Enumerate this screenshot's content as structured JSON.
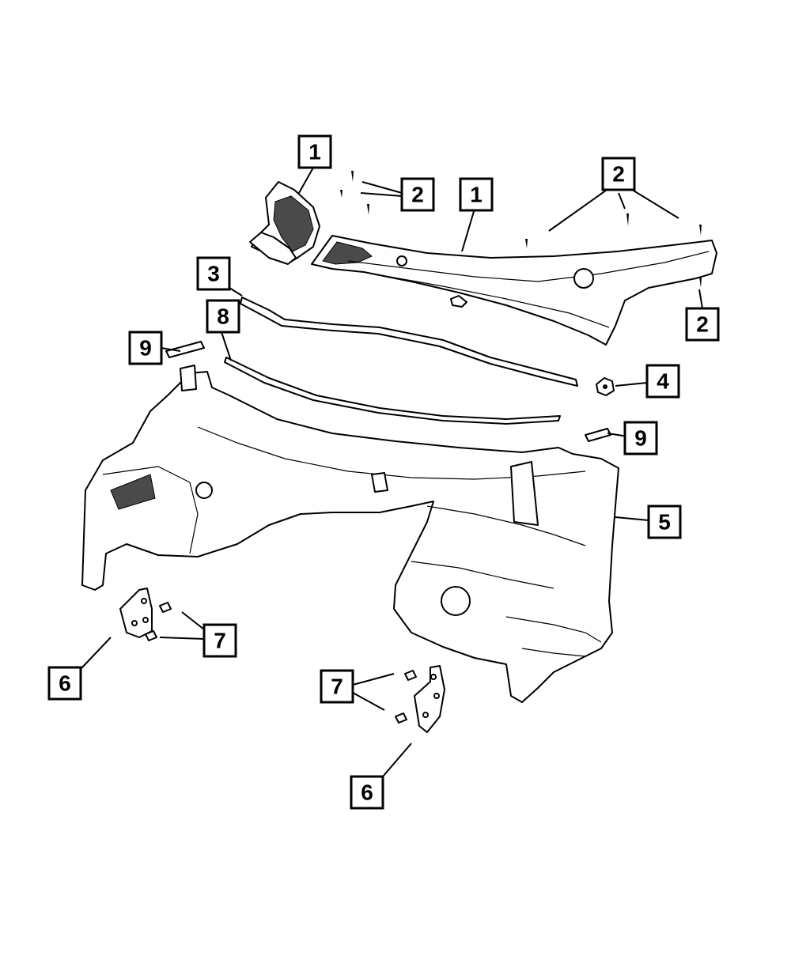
{
  "diagram": {
    "callouts": [
      {
        "id": "c1a",
        "label": "1"
      },
      {
        "id": "c2a",
        "label": "2"
      },
      {
        "id": "c1b",
        "label": "1"
      },
      {
        "id": "c2b",
        "label": "2"
      },
      {
        "id": "c2c",
        "label": "2"
      },
      {
        "id": "c3",
        "label": "3"
      },
      {
        "id": "c8",
        "label": "8"
      },
      {
        "id": "c9a",
        "label": "9"
      },
      {
        "id": "c4",
        "label": "4"
      },
      {
        "id": "c9b",
        "label": "9"
      },
      {
        "id": "c5",
        "label": "5"
      },
      {
        "id": "c7a",
        "label": "7"
      },
      {
        "id": "c6a",
        "label": "6"
      },
      {
        "id": "c7b",
        "label": "7"
      },
      {
        "id": "c6b",
        "label": "6"
      }
    ],
    "colors": {
      "line": "#000000",
      "background": "#ffffff",
      "shade": "#4a4a4a"
    }
  }
}
